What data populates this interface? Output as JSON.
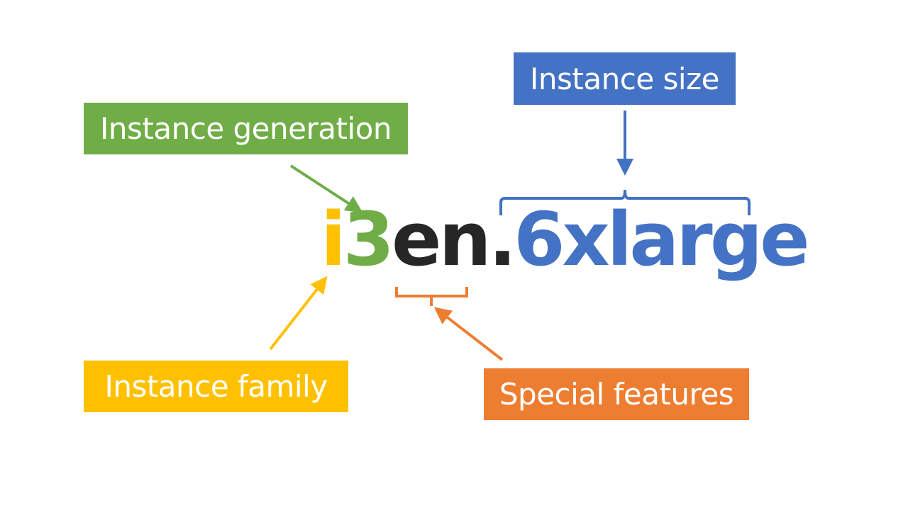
{
  "diagram": {
    "instance_name": {
      "family": "i",
      "generation": "3",
      "features": "en",
      "separator": ".",
      "size": "6xlarge"
    },
    "labels": {
      "generation": "Instance generation",
      "size": "Instance size",
      "family": "Instance family",
      "features": "Special features"
    },
    "colors": {
      "family": "#FFC000",
      "generation": "#70AD47",
      "size": "#4472C4",
      "features": "#ED7D31",
      "text": "#262626"
    }
  }
}
